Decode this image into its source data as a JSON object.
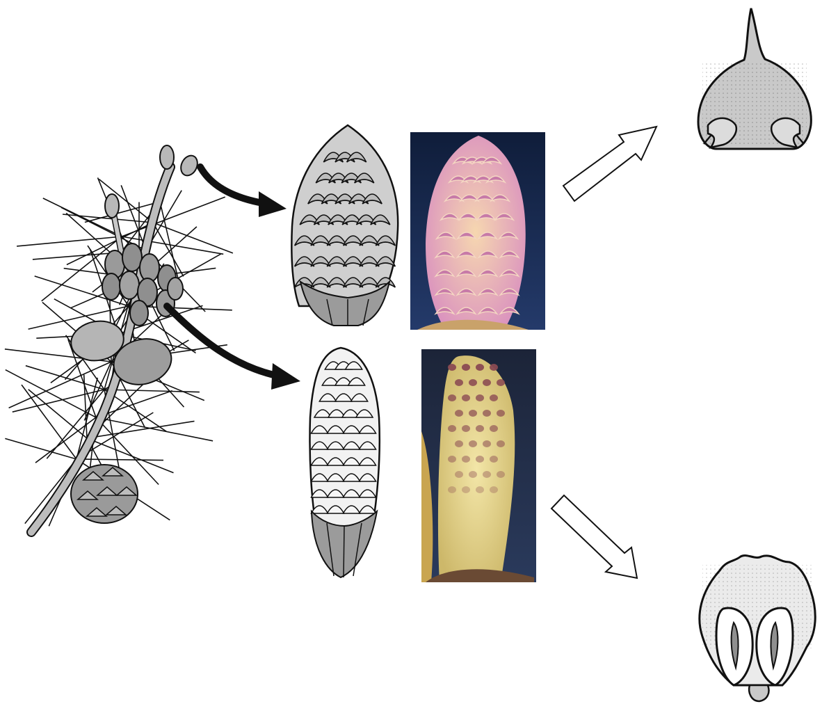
{
  "panels": [
    {
      "id": "branch",
      "subject": "pine-branch",
      "kind": "illustration"
    },
    {
      "id": "female-cone-drawing",
      "subject": "female-cone",
      "kind": "illustration"
    },
    {
      "id": "female-cone-photo",
      "subject": "female-cone",
      "kind": "photo"
    },
    {
      "id": "ovuliferous-scale",
      "subject": "ovuliferous-scale",
      "kind": "illustration"
    },
    {
      "id": "male-cone-drawing",
      "subject": "male-cone",
      "kind": "illustration"
    },
    {
      "id": "male-cone-photo",
      "subject": "male-cone",
      "kind": "photo"
    },
    {
      "id": "microsporophyll",
      "subject": "microsporophyll",
      "kind": "illustration"
    }
  ],
  "connectors": [
    {
      "from": "branch",
      "to": "female-cone-drawing",
      "style": "solid-curved"
    },
    {
      "from": "branch",
      "to": "male-cone-drawing",
      "style": "solid-curved"
    },
    {
      "from": "female-cone-photo",
      "to": "ovuliferous-scale",
      "style": "outline-block"
    },
    {
      "from": "male-cone-photo",
      "to": "microsporophyll",
      "style": "outline-block"
    }
  ],
  "colors": {
    "ink": "#111111",
    "scale_gray": "#c9c9c9",
    "scale_dark": "#8d8d8d",
    "photo_bg_top": "#0f1d3a",
    "photo_bg_bottom": "#243a6a",
    "female_pink": "#d98fbf",
    "female_spot": "#a8416f",
    "male_yellow": "#e2d28a",
    "male_spot": "#8a4a52"
  }
}
